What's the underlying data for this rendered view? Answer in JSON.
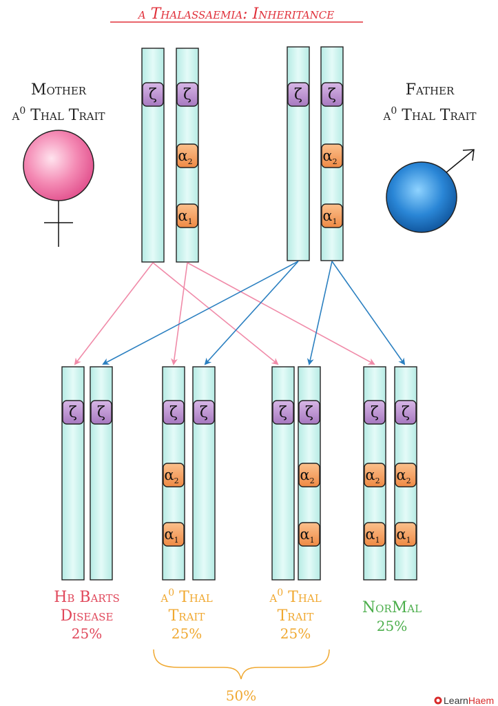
{
  "title": "α Thalassaemia: Inheritance",
  "mother": {
    "line1": "Mother",
    "line2_symbol": "α",
    "line2_sup": "0",
    "line2_rest": " Thal Trait"
  },
  "father": {
    "line1": "Father",
    "line2_symbol": "α",
    "line2_sup": "0",
    "line2_rest": " Thal Trait"
  },
  "gene_labels": {
    "zeta": "ζ",
    "alpha": "α",
    "sub1": "1",
    "sub2": "2"
  },
  "parents": {
    "mother": [
      {
        "genes": [
          "zeta"
        ]
      },
      {
        "genes": [
          "zeta",
          "alpha2",
          "alpha1"
        ]
      }
    ],
    "father": [
      {
        "genes": [
          "zeta"
        ]
      },
      {
        "genes": [
          "zeta",
          "alpha2",
          "alpha1"
        ]
      }
    ]
  },
  "offspring": [
    {
      "chromosomes": [
        {
          "genes": [
            "zeta"
          ]
        },
        {
          "genes": [
            "zeta"
          ]
        }
      ],
      "label_lines": [
        "Hb Barts",
        "Disease"
      ],
      "percent": "25%",
      "color": "#e0475a"
    },
    {
      "chromosomes": [
        {
          "genes": [
            "zeta",
            "alpha2",
            "alpha1"
          ]
        },
        {
          "genes": [
            "zeta"
          ]
        }
      ],
      "label_sym": "α",
      "label_sup": "0",
      "label_rest": " Thal",
      "label_line2": "Trait",
      "percent": "25%",
      "color": "#f0a830"
    },
    {
      "chromosomes": [
        {
          "genes": [
            "zeta"
          ]
        },
        {
          "genes": [
            "zeta",
            "alpha2",
            "alpha1"
          ]
        }
      ],
      "label_sym": "α",
      "label_sup": "0",
      "label_rest": " Thal",
      "label_line2": "Trait",
      "percent": "25%",
      "color": "#f0a830"
    },
    {
      "chromosomes": [
        {
          "genes": [
            "zeta",
            "alpha2",
            "alpha1"
          ]
        },
        {
          "genes": [
            "zeta",
            "alpha2",
            "alpha1"
          ]
        }
      ],
      "label_lines": [
        "NorMal"
      ],
      "percent": "25%",
      "color": "#4cae4c"
    }
  ],
  "brace_label": "50%",
  "logo": {
    "part1": "Learn",
    "part2": "Haem"
  },
  "colors": {
    "title": "#e0303a",
    "chromosome_fill": "#d6f5f0",
    "zeta_fill": "#c9a3d9",
    "alpha_fill": "#f7a66b",
    "mother_arrow": "#f08aa8",
    "father_arrow": "#2a7fc0",
    "brace": "#f0a830"
  }
}
